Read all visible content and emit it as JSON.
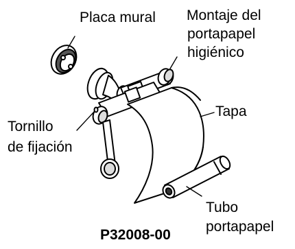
{
  "labels": {
    "wall_plate": "Placa mural",
    "mount_line1": "Montaje del",
    "mount_line2": "portapapel",
    "mount_line3": "higiénico",
    "cover": "Tapa",
    "set_screw_line1": "Tornillo",
    "set_screw_line2": "de fijación",
    "tube_line1": "Tubo",
    "tube_line2": "portapapel"
  },
  "part_number": "P32008-00"
}
